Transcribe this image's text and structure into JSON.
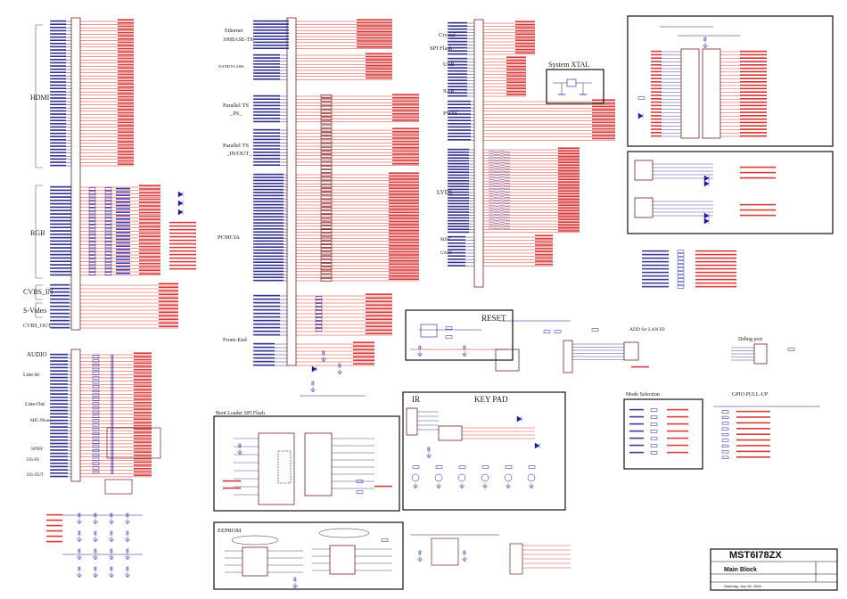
{
  "sheet": {
    "section_labels": [
      {
        "id": "hdmi",
        "text": "HDMI",
        "size": 8
      },
      {
        "id": "rgb",
        "text": "RGB",
        "size": 8
      },
      {
        "id": "cvbs_in",
        "text": "CVBS_IN",
        "size": 8
      },
      {
        "id": "s_video",
        "text": "S-Video",
        "size": 8
      },
      {
        "id": "cvbs_out",
        "text": "CVBS_OUT",
        "size": 6
      },
      {
        "id": "audio",
        "text": "AUDIO",
        "size": 7
      },
      {
        "id": "line_in",
        "text": "Line-In",
        "size": 6
      },
      {
        "id": "line_out",
        "text": "Line-Out",
        "size": 6
      },
      {
        "id": "mic_phone",
        "text": "MIC-Phone",
        "size": 5
      },
      {
        "id": "spdif",
        "text": "SPDIF",
        "size": 5
      },
      {
        "id": "i2s_in",
        "text": "I2S-IN",
        "size": 5
      },
      {
        "id": "i2s_out",
        "text": "I2S-OUT",
        "size": 5
      },
      {
        "id": "ethernet",
        "text": "Ethernet",
        "size": 6
      },
      {
        "id": "eth_100",
        "text": "100BASE-TX",
        "size": 6
      },
      {
        "id": "nand",
        "text": "NAND FLASH",
        "size": 4.5
      },
      {
        "id": "pts_in_1",
        "text": "Parallel TS",
        "size": 6.5
      },
      {
        "id": "pts_in_2",
        "text": "_IN_",
        "size": 6.5
      },
      {
        "id": "pts_io_1",
        "text": "Parallel TS",
        "size": 6.5
      },
      {
        "id": "pts_io_2",
        "text": "_IN/OUT_",
        "size": 6.5
      },
      {
        "id": "pcmcia",
        "text": "PCMCIA",
        "size": 6.5
      },
      {
        "id": "front_end",
        "text": "Front-End",
        "size": 6.5
      },
      {
        "id": "crystal",
        "text": "Crystal",
        "size": 6.5
      },
      {
        "id": "spi_flash",
        "text": "SPI Flash",
        "size": 6.5
      },
      {
        "id": "usb",
        "text": "USB",
        "size": 6.5
      },
      {
        "id": "sar",
        "text": "SAR",
        "size": 6.5
      },
      {
        "id": "pwm",
        "text": "PWM",
        "size": 6.5
      },
      {
        "id": "lvds",
        "text": "LVDS",
        "size": 7
      },
      {
        "id": "misc",
        "text": "MISC",
        "size": 5
      },
      {
        "id": "uart",
        "text": "UART",
        "size": 5
      }
    ],
    "box_titles": [
      {
        "id": "system_xtal",
        "text": "System XTAL",
        "size": 8
      },
      {
        "id": "reset",
        "text": "RESET",
        "size": 9
      },
      {
        "id": "add_for_lan_id",
        "text": "ADD for LAN ID",
        "size": 5.5
      },
      {
        "id": "debug_port",
        "text": "Debug port",
        "size": 6
      },
      {
        "id": "mode_selection",
        "text": "Mode Selection",
        "size": 6
      },
      {
        "id": "gpio_pull_up",
        "text": "GPIO PULL-UP",
        "size": 6
      },
      {
        "id": "boot_loader",
        "text": "Boot Loader SPI Flash",
        "size": 6
      },
      {
        "id": "ir",
        "text": "IR",
        "size": 9
      },
      {
        "id": "key_pad",
        "text": "KEY PAD",
        "size": 9
      },
      {
        "id": "eeprom",
        "text": "EEPROM",
        "size": 6.5
      }
    ],
    "title_block": {
      "part": "MST6I78ZX",
      "sheet_title": "Main Block",
      "date": "Saturday, July 08, 2006"
    },
    "colors": {
      "net_label": "#d01818",
      "pin_text": "#1a1a80",
      "block_outline": "#7a2020",
      "frame": "#111111",
      "component": "#1a1aa0"
    }
  }
}
